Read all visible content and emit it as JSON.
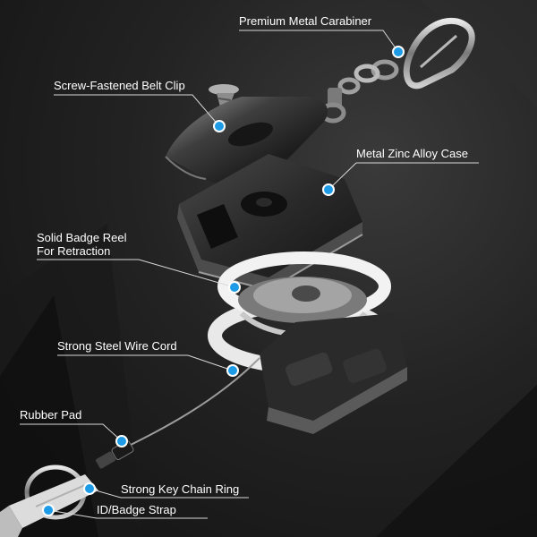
{
  "callouts": {
    "carabiner": "Premium Metal Carabiner",
    "belt_clip": "Screw-Fastened Belt Clip",
    "case": "Metal Zinc Alloy Case",
    "badge_reel_line1": "Solid Badge Reel",
    "badge_reel_line2": "For Retraction",
    "wire_cord": "Strong Steel Wire Cord",
    "rubber_pad": "Rubber Pad",
    "key_ring": "Strong Key Chain Ring",
    "strap": "ID/Badge Strap"
  },
  "colors": {
    "marker": "#1e9be6",
    "leader_line": "#d8d8d8",
    "label_text": "#ffffff",
    "background": "#1c1c1c"
  }
}
